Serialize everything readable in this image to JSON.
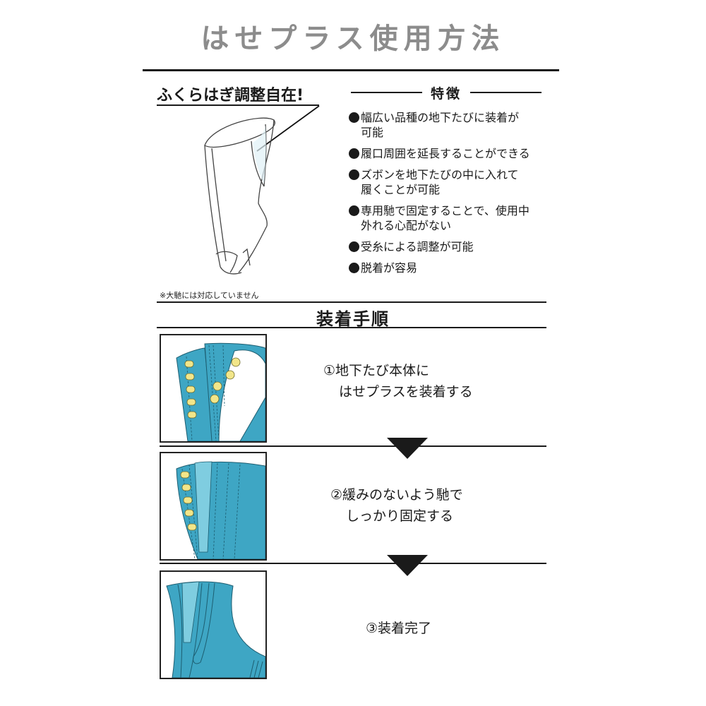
{
  "header": {
    "title": "はせプラス使用方法"
  },
  "illustration": {
    "callout": "ふくらはぎ調整自在!",
    "note": "※大馳には対応していません"
  },
  "features": {
    "heading": "特徴",
    "items": [
      {
        "line1": "幅広い品種の地下たびに装着が",
        "line2": "可能"
      },
      {
        "line1": "履口周囲を延長することができる",
        "line2": ""
      },
      {
        "line1": "ズボンを地下たびの中に入れて",
        "line2": "履くことが可能"
      },
      {
        "line1": "専用馳で固定することで、使用中",
        "line2": "外れる心配がない"
      },
      {
        "line1": "受糸による調整が可能",
        "line2": ""
      },
      {
        "line1": "脱着が容易",
        "line2": ""
      }
    ]
  },
  "procedure": {
    "heading": "装着手順",
    "steps": [
      {
        "line1": "①地下たび本体に",
        "line2": "はせプラスを装着する",
        "image": "attach-hase-plus-illustration"
      },
      {
        "line1": "②緩みのないよう馳で",
        "line2": "しっかり固定する",
        "image": "fasten-clasps-illustration"
      },
      {
        "line1": "③装着完了",
        "line2": "",
        "image": "completed-illustration"
      }
    ]
  },
  "colors": {
    "title_gray": "#8c8c8c",
    "fabric_blue": "#3ea6c4",
    "fabric_light_blue": "#7fcde0",
    "clasp_yellow": "#f2e68a",
    "ink": "#1a1a1a"
  }
}
